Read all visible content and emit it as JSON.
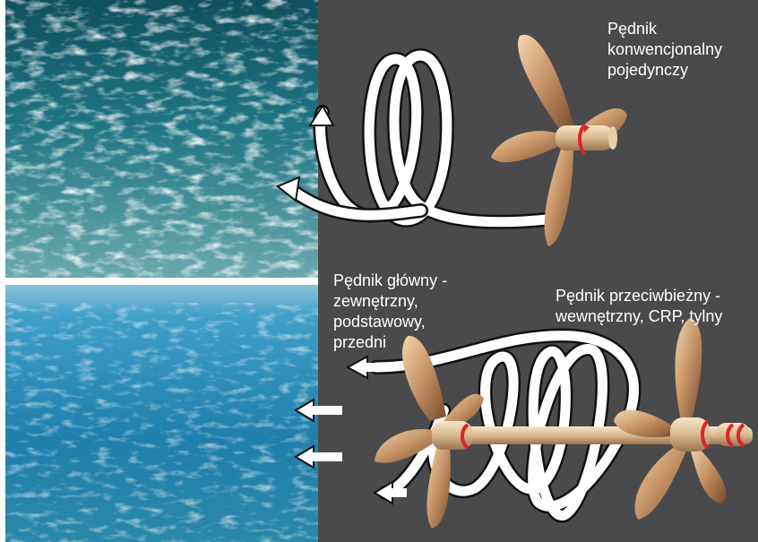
{
  "labels": {
    "single_propeller": "Pędnik\nkonwencjonalny\npojedynczy",
    "main_propeller": "Pędnik główny -\nzewnętrzny,\npodstawowy,\nprzedni",
    "contra_propeller": "Pędnik przeciwbieżny -\nwewnętrzny, CRP, tylny"
  },
  "colors": {
    "panel_background": "#4a4a4c",
    "flow_arrow": "#ffffff",
    "propeller_bronze": "#c9986a",
    "rotation_arrow": "#d8262a",
    "water_top": "#1f6f7e",
    "water_bottom": "#2a8fb8"
  },
  "icons": [
    "propeller-icon",
    "rotation-arrow-icon",
    "flow-arrow-icon"
  ]
}
